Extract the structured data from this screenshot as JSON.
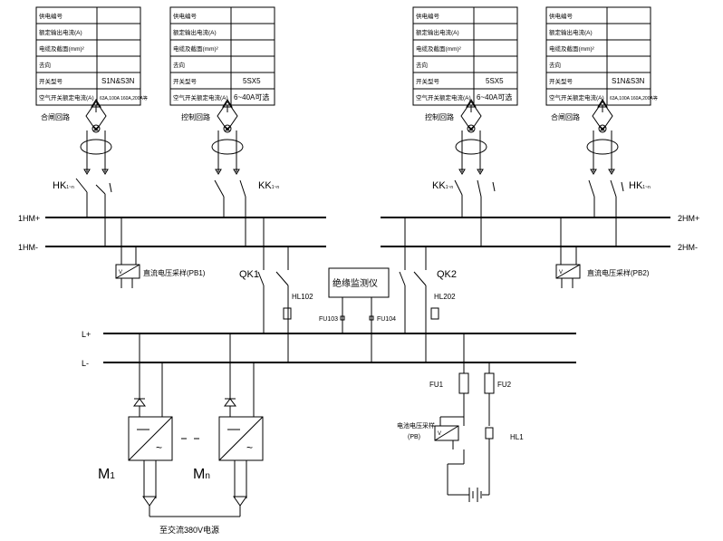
{
  "tables": [
    {
      "rows": [
        {
          "label": "供电编号",
          "value": ""
        },
        {
          "label": "额定输出电流(A)",
          "value": ""
        },
        {
          "label": "电缆及截面(mm)²",
          "value": ""
        },
        {
          "label": "去向",
          "value": ""
        },
        {
          "label": "开关型号",
          "value": "S1N&S3N"
        },
        {
          "label": "空气开关额定电流(A)",
          "value": "63A,100A 160A,200A等"
        }
      ]
    },
    {
      "rows": [
        {
          "label": "供电编号",
          "value": ""
        },
        {
          "label": "额定输出电流(A)",
          "value": ""
        },
        {
          "label": "电缆及截面(mm)²",
          "value": ""
        },
        {
          "label": "去向",
          "value": ""
        },
        {
          "label": "开关型号",
          "value": "5SX5"
        },
        {
          "label": "空气开关额定电流(A)",
          "value": "6~40A可选"
        }
      ]
    },
    {
      "rows": [
        {
          "label": "供电编号",
          "value": ""
        },
        {
          "label": "额定输出电流(A)",
          "value": ""
        },
        {
          "label": "电缆及截面(mm)²",
          "value": ""
        },
        {
          "label": "去向",
          "value": ""
        },
        {
          "label": "开关型号",
          "value": "5SX5"
        },
        {
          "label": "空气开关额定电流(A)",
          "value": "6~40A可选"
        }
      ]
    },
    {
      "rows": [
        {
          "label": "供电编号",
          "value": ""
        },
        {
          "label": "额定输出电流(A)",
          "value": ""
        },
        {
          "label": "电缆及截面(mm)²",
          "value": ""
        },
        {
          "label": "去向",
          "value": ""
        },
        {
          "label": "开关型号",
          "value": "S1N&S3N"
        },
        {
          "label": "空气开关额定电流(A)",
          "value": "63A,100A 160A,200A等"
        }
      ]
    }
  ],
  "labels": {
    "closing_circuit_left": "合闸回路",
    "control_circuit_left": "控制回路",
    "control_circuit_right": "控制回路",
    "closing_circuit_right": "合闸回路",
    "hk_left": "HK",
    "hk_left_sub": "1~n",
    "kk_left": "KK",
    "kk_left_sub": "1~n",
    "kk_right": "KK",
    "kk_right_sub": "1~n",
    "hk_right": "HK",
    "hk_right_sub": "1~n",
    "bus_1hm_plus": "1HM+",
    "bus_1hm_minus": "1HM-",
    "bus_2hm_plus": "2HM+",
    "bus_2hm_minus": "2HM-",
    "pb1": "直流电压采样(PB1)",
    "pb2": "直流电压采样(PB2)",
    "qk1": "QK1",
    "qk2": "QK2",
    "insulation_monitor": "绝缘监测仪",
    "hl102": "HL102",
    "hl202": "HL202",
    "fu103": "FU103",
    "fu104": "FU104",
    "l_plus": "L+",
    "l_minus": "L-",
    "fu1": "FU1",
    "fu2": "FU2",
    "pb_line1": "电池电压采样",
    "pb_line2": "(PB)",
    "hl1": "HL1",
    "m1": "M",
    "m1_sub": "1",
    "mn": "M",
    "mn_sub": "n",
    "ac_input": "至交流380V电源"
  }
}
